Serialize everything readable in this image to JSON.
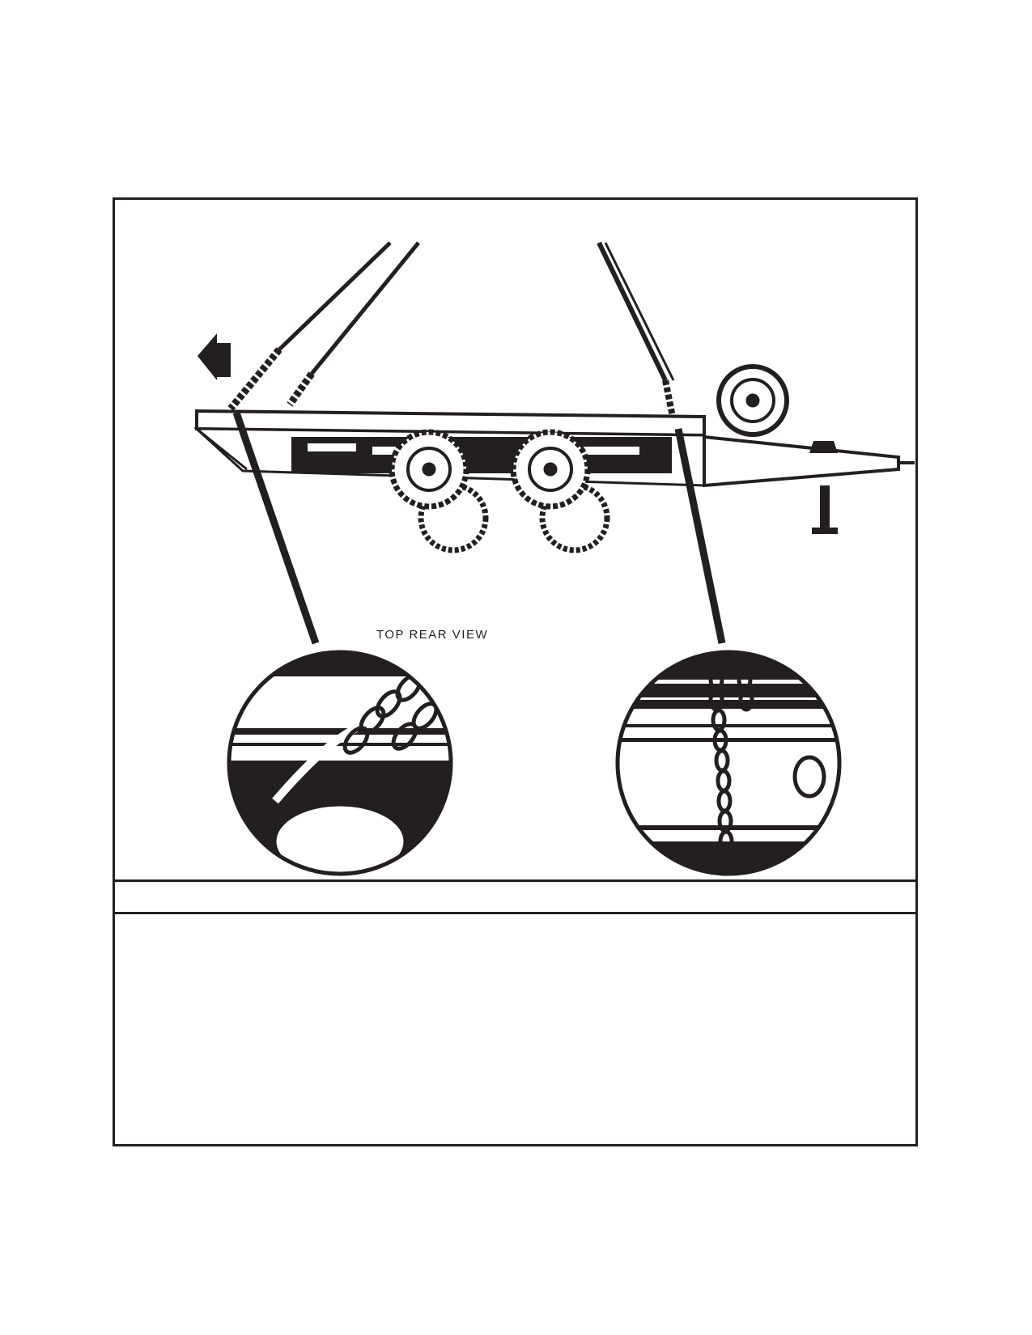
{
  "figure": {
    "callout_label": "TOP REAR VIEW"
  },
  "colors": {
    "ink": "#231f20",
    "paper": "#ffffff"
  },
  "icons": [
    "direction-arrow-icon",
    "trailer-illustration",
    "chain-hook-detail-left",
    "chain-detail-right"
  ]
}
